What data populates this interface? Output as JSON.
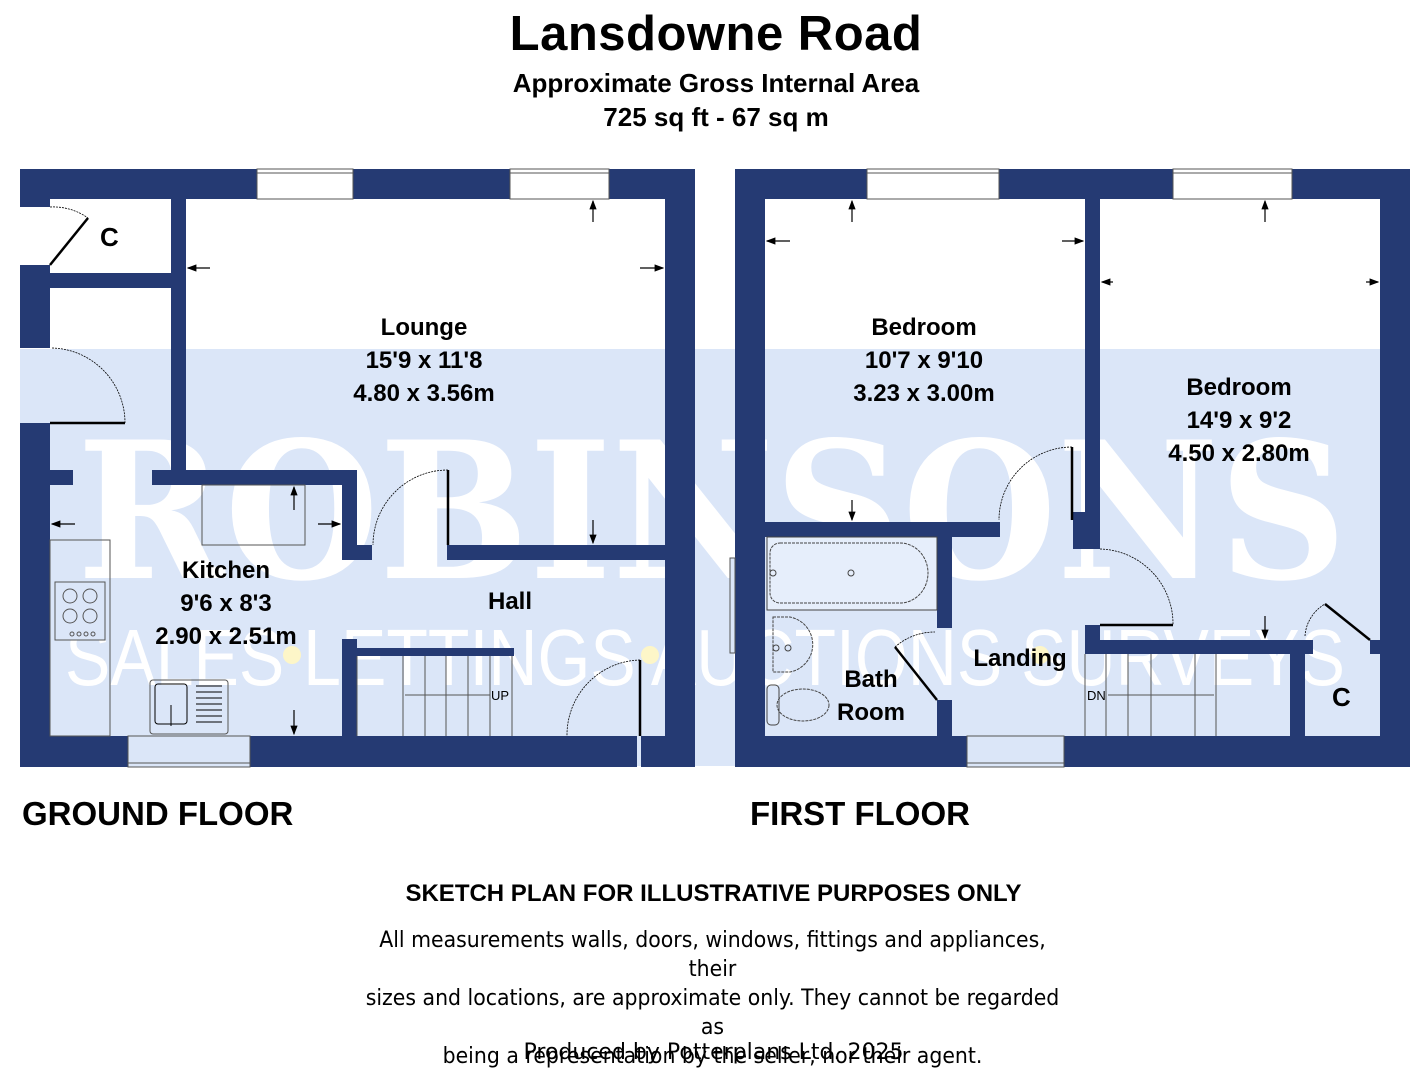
{
  "header": {
    "title": "Lansdowne Road",
    "subtitle": "Approximate Gross Internal Area",
    "area": "725 sq ft - 67 sq m"
  },
  "colors": {
    "wall": "#253a73",
    "watermark_band": "#dbe6f8",
    "watermark_text": "#ffffff",
    "watermark_dot": "#fdf6c8",
    "room_fill": "#ffffff"
  },
  "watermark": {
    "brand": "ROBINSONS",
    "tagline": [
      "SALES",
      "LETTINGS",
      "AUCTIONS",
      "SURVEYS"
    ]
  },
  "floors": [
    {
      "label": "GROUND FLOOR",
      "rooms": [
        {
          "name": "Lounge",
          "imperial": "15'9 x 11'8",
          "metric": "4.80 x 3.56m"
        },
        {
          "name": "Kitchen",
          "imperial": "9'6 x 8'3",
          "metric": "2.90 x 2.51m"
        },
        {
          "name": "Hall",
          "imperial": "",
          "metric": ""
        },
        {
          "name": "C",
          "imperial": "",
          "metric": ""
        }
      ],
      "stairs_label": "UP"
    },
    {
      "label": "FIRST FLOOR",
      "rooms": [
        {
          "name": "Bedroom",
          "imperial": "10'7 x 9'10",
          "metric": "3.23 x 3.00m"
        },
        {
          "name": "Bedroom",
          "imperial": "14'9 x 9'2",
          "metric": "4.50 x 2.80m"
        },
        {
          "name": "Bath",
          "name2": "Room"
        },
        {
          "name": "Landing"
        },
        {
          "name": "C"
        }
      ],
      "stairs_label": "DN"
    }
  ],
  "footer": {
    "heading": "SKETCH PLAN FOR ILLUSTRATIVE PURPOSES ONLY",
    "disclaimer_lines": [
      "All measurements walls, doors, windows, fittings and appliances, their",
      "sizes and locations, are approximate only. They cannot be regarded as",
      "being a representation by the seller, nor their agent."
    ],
    "credit": "Produced by Potterplans Ltd. 2025"
  }
}
